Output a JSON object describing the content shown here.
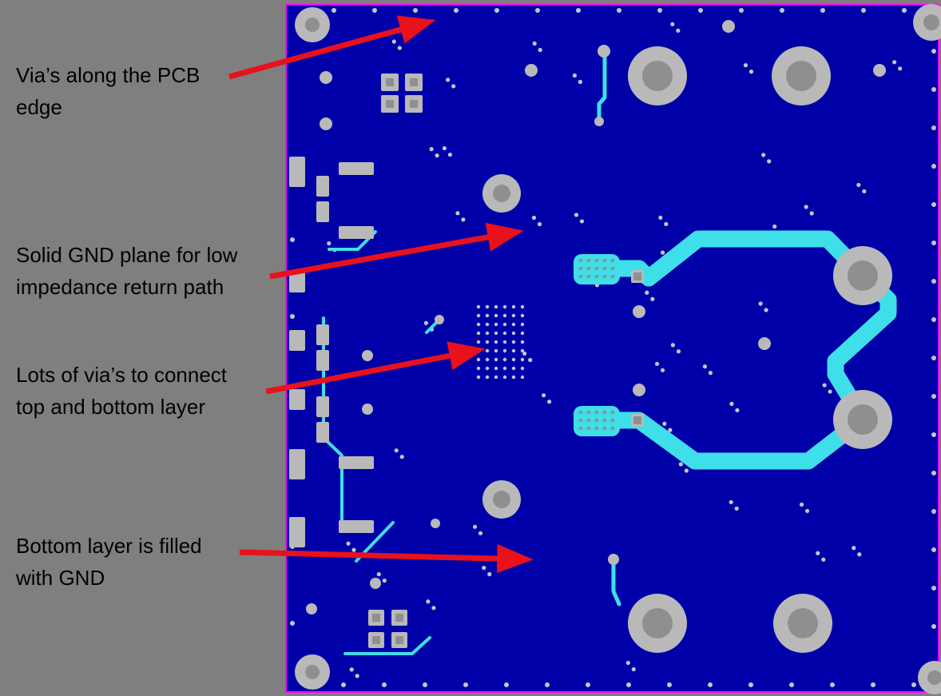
{
  "figure": {
    "description": "PCB bottom layer GND plane view with annotations"
  },
  "annotations": [
    {
      "lines": [
        "Via’s along the PCB",
        "edge"
      ]
    },
    {
      "lines": [
        "Solid GND plane for low",
        "impedance return path"
      ]
    },
    {
      "lines": [
        "Lots of via’s to connect",
        "top and bottom layer"
      ]
    },
    {
      "lines": [
        "Bottom layer is filled",
        "with GND"
      ]
    }
  ],
  "colors": {
    "background": "#7f7f7f",
    "board_fill": "#0000a8",
    "board_outline": "#ff00ff",
    "gnd_trace": "#3fdfe9",
    "pad": "#b9b9b9",
    "pad_inner": "#8f8f8f",
    "via": "#c6c6d2",
    "arrow": "#e8111c",
    "text": "#000000"
  }
}
